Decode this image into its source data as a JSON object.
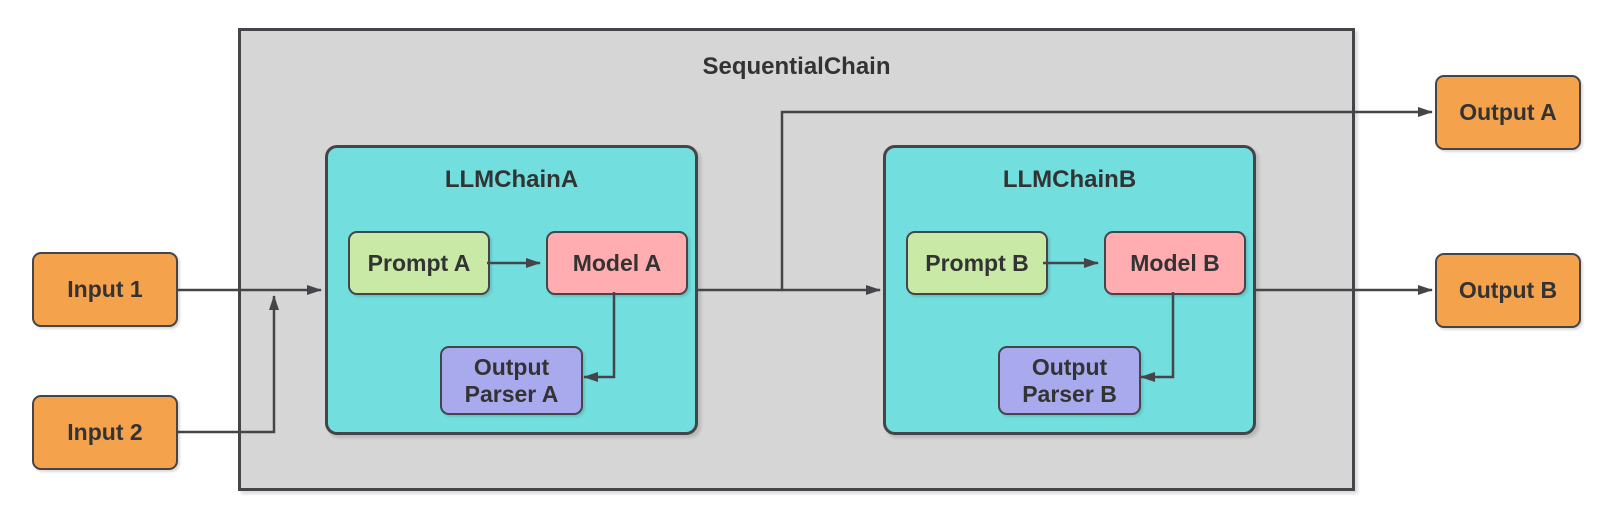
{
  "diagram": {
    "container_title": "SequentialChain",
    "chains": [
      {
        "title": "LLMChainA",
        "nodes": {
          "prompt": "Prompt A",
          "model": "Model A",
          "parser": "Output Parser A"
        }
      },
      {
        "title": "LLMChainB",
        "nodes": {
          "prompt": "Prompt B",
          "model": "Model B",
          "parser": "Output Parser B"
        }
      }
    ],
    "inputs": [
      {
        "label": "Input 1"
      },
      {
        "label": "Input 2"
      }
    ],
    "outputs": [
      {
        "label": "Output A"
      },
      {
        "label": "Output B"
      }
    ]
  },
  "colors": {
    "canvas-bg": "#ffffff",
    "container-fill": "#d6d6d6",
    "chain-fill": "#72dede",
    "prompt-fill": "#c9e9a7",
    "model-fill": "#ffadb0",
    "parser-fill": "#a9a9ee",
    "io-fill": "#f5a24c",
    "stroke": "#454549",
    "text": "#333333"
  }
}
